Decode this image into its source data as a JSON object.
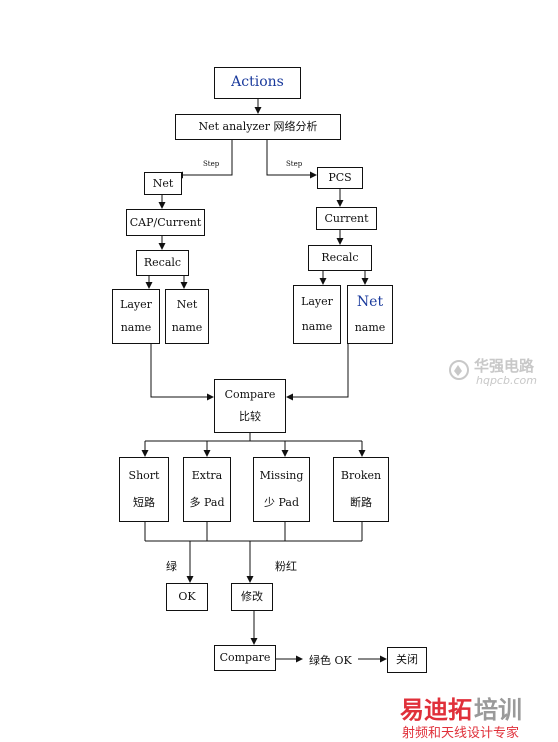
{
  "nodes": {
    "actions": "Actions",
    "net_analyzer": "Net analyzer  网络分析",
    "net": "Net",
    "pcs": "PCS",
    "cap_current": "CAP/Current",
    "current": "Current",
    "recalc_left": "Recalc",
    "recalc_right": "Recalc",
    "layer_name_left": [
      "Layer",
      "name"
    ],
    "net_name_left": [
      "Net",
      "name"
    ],
    "layer_name_right": [
      "Layer",
      "name"
    ],
    "net_name_right": [
      "Net",
      "name"
    ],
    "compare": [
      "Compare",
      "比较"
    ],
    "short": [
      "Short",
      "短路"
    ],
    "extra": [
      "Extra",
      "多 Pad"
    ],
    "missing": [
      "Missing",
      "少 Pad"
    ],
    "broken": [
      "Broken",
      "断路"
    ],
    "ok": "OK",
    "modify": "修改",
    "compare_final": "Compare",
    "close": "关闭"
  },
  "edge_labels": {
    "step_left": "Step",
    "step_right": "Step",
    "green": "绿",
    "pink_red": "粉红",
    "green_ok": "绿色 OK"
  },
  "watermarks": {
    "top_cn": "华强电路",
    "top_url": "hqpcb.com",
    "bottom_cn_red": "易迪拓",
    "bottom_cn_gray": "培训",
    "bottom_tagline": "射频和天线设计专家"
  },
  "colors": {
    "actions_text": "#1a3a9c",
    "net_right_text": "#1a3a9c",
    "watermark_red": "#e0303a",
    "watermark_gray": "#9a9a9a"
  }
}
